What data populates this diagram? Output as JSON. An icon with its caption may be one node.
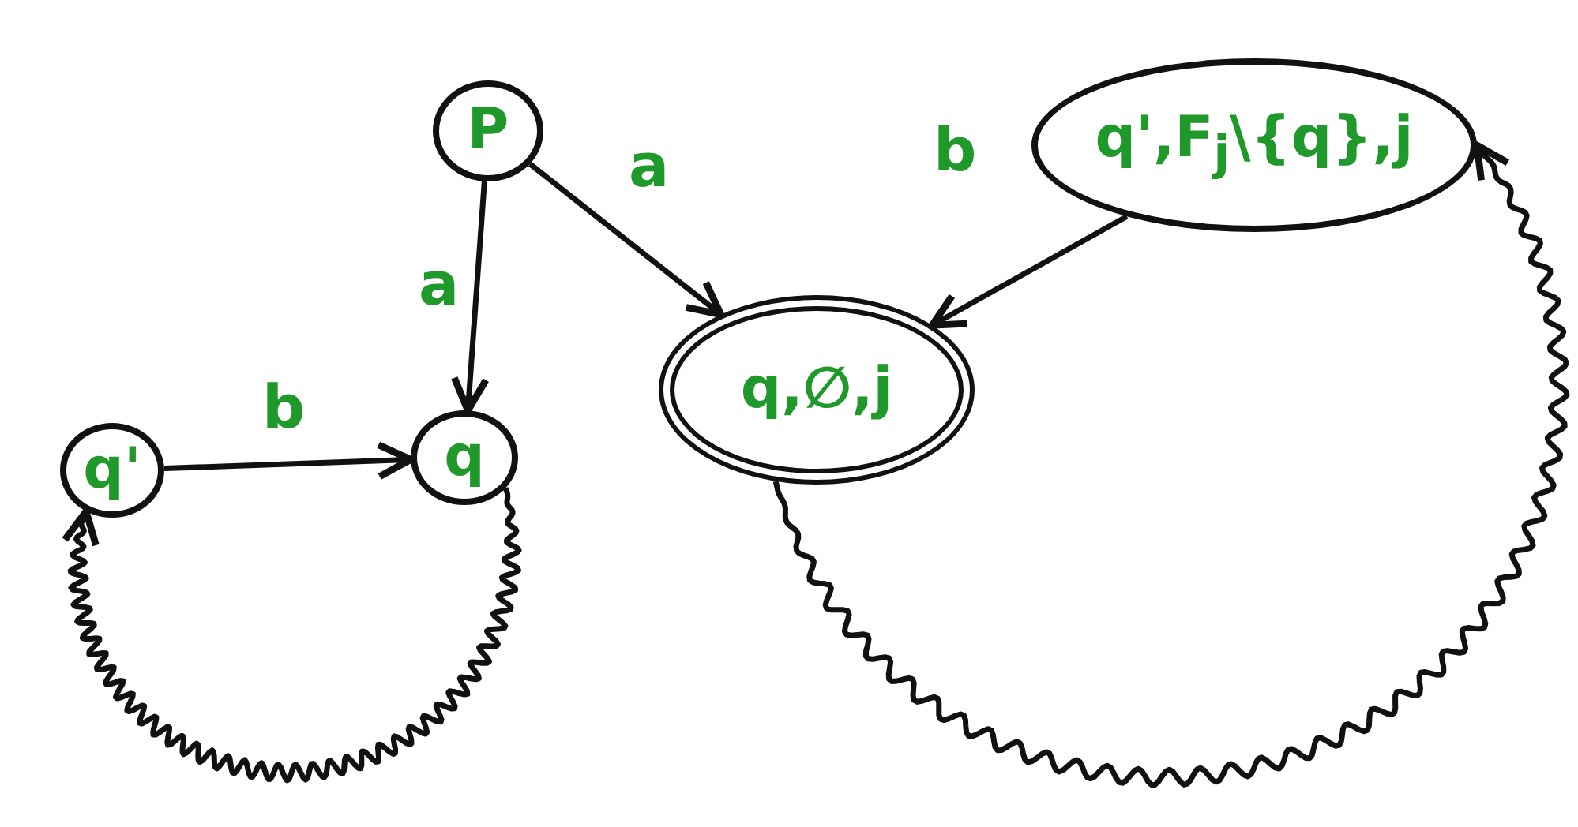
{
  "diagram": {
    "nodes": [
      {
        "text": [
          "P"
        ]
      },
      {
        "text": [
          "q'"
        ]
      },
      {
        "text": [
          "q"
        ]
      },
      {
        "text": [
          "q,∅,j"
        ]
      },
      {
        "text": [
          "q',F$_{j}$\\{q},j"
        ]
      }
    ],
    "edges": [
      {
        "from": 0,
        "to": 2,
        "arrow": "to",
        "label": "a"
      },
      {
        "from": 0,
        "to": 3,
        "arrow": "to",
        "label": "a"
      },
      {
        "from": 1,
        "to": 2,
        "arrow": "to",
        "label": "b"
      },
      {
        "from": 4,
        "to": 3,
        "arrow": "to",
        "label": "b"
      },
      {
        "from": 2,
        "to": 1,
        "arrow": "to"
      },
      {
        "from": 3,
        "to": 4,
        "arrow": "to"
      }
    ]
  }
}
